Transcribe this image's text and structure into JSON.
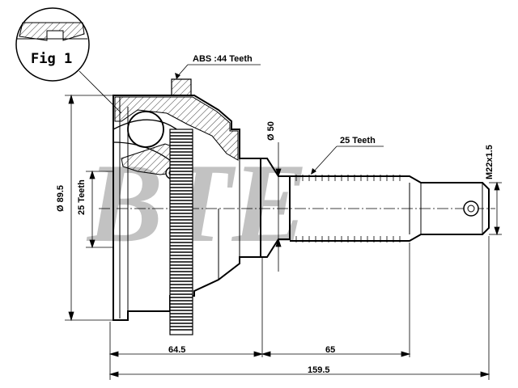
{
  "figure": {
    "label": "Fig 1"
  },
  "watermark": {
    "text": "BTE"
  },
  "callouts": {
    "abs": "ABS :44 Teeth",
    "spline_shaft": "25 Teeth",
    "spline_inner": "25 Teeth",
    "diameter_outer": "Ø 89.5",
    "diameter_neck": "Ø 50",
    "thread": "M22x1.5"
  },
  "dimensions": {
    "bell_length": "64.5",
    "shaft_length": "65",
    "overall_length": "159.5"
  },
  "colors": {
    "line": "#000000",
    "watermark": "#9a9a9a",
    "background": "#ffffff"
  }
}
